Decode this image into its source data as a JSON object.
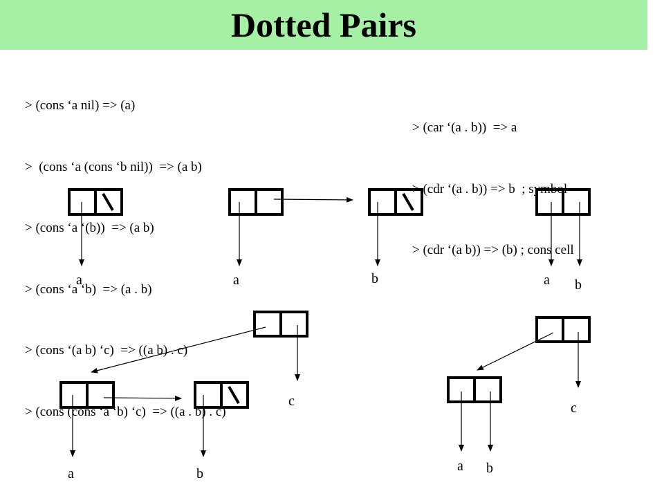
{
  "title": "Dotted Pairs",
  "code_left": [
    "> (cons ‘a nil) => (a)",
    ">  (cons ‘a (cons ‘b nil))  => (a b)",
    "> (cons ‘a ‘(b))  => (a b)",
    "> (cons ‘a ‘b)  => (a . b)",
    "> (cons ‘(a b) ‘c)  => ((a b) . c)",
    "> (cons (cons ‘a ‘b) ‘c)  => ((a . b) . c)"
  ],
  "code_right": [
    "> (car ‘(a . b))  => a",
    "> (cdr ‘(a . b)) => b  ; symbol",
    "> (cdr ‘(a b)) => (b) ; cons cell"
  ],
  "diagram_labels": {
    "d1_a": "a",
    "d2_a": "a",
    "d2_b": "b",
    "d3_a": "a",
    "d3_b": "b",
    "d4_a": "a",
    "d4_b": "b",
    "d4_c": "c",
    "d5_a": "a",
    "d5_b": "b",
    "d5_c": "c"
  }
}
